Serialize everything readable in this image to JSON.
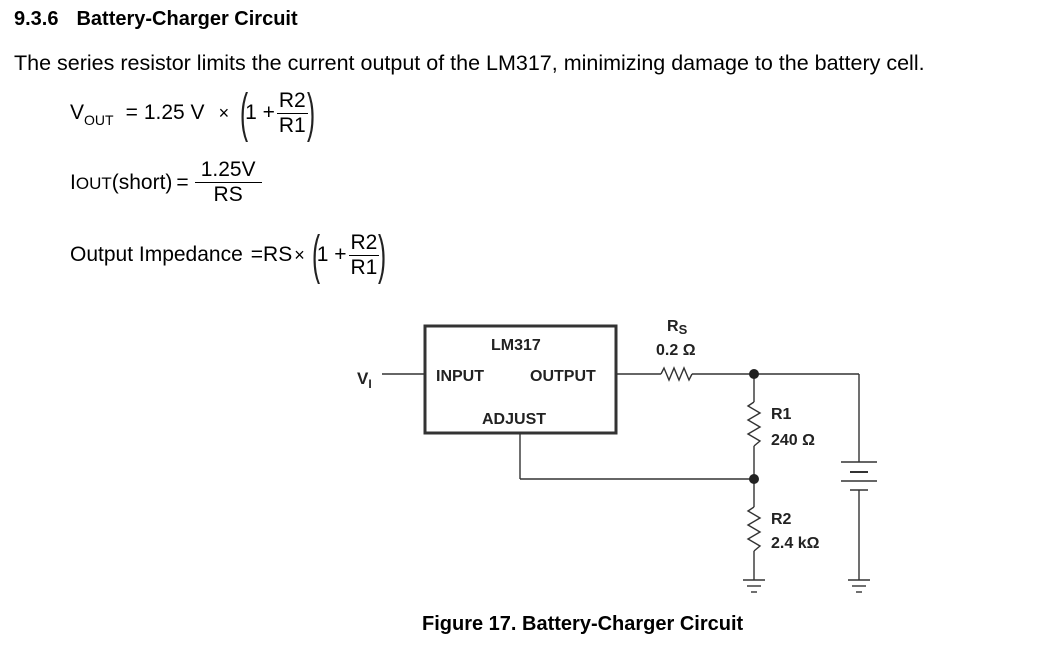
{
  "section": {
    "number": "9.3.6",
    "title": "Battery-Charger Circuit"
  },
  "paragraph": "The series resistor limits the current output of the LM317, minimizing damage to the battery cell.",
  "equations": {
    "vout": {
      "lhs_main": "V",
      "lhs_sub": "OUT",
      "equals": "=",
      "constant": "1.25 V",
      "times": "×",
      "one_plus": "1 +",
      "numerator": "R2",
      "denominator": "R1"
    },
    "iout": {
      "lhs_main": "I",
      "lhs_sub": "OUT",
      "lhs_suffix": "(short)",
      "equals": "=",
      "numerator": "1.25V",
      "denominator": "RS"
    },
    "impedance": {
      "lhs": "Output Impedance",
      "equals": "=",
      "rs": "RS",
      "times": "×",
      "one_plus": "1 +",
      "numerator": "R2",
      "denominator": "R1"
    }
  },
  "circuit": {
    "regulator": {
      "name": "LM317",
      "pin_input": "INPUT",
      "pin_output": "OUTPUT",
      "pin_adjust": "ADJUST"
    },
    "input_label_main": "V",
    "input_label_sub": "I",
    "rs": {
      "name_main": "R",
      "name_sub": "S",
      "value": "0.2 Ω"
    },
    "r1": {
      "name": "R1",
      "value": "240 Ω"
    },
    "r2": {
      "name": "R2",
      "value": "2.4 kΩ"
    },
    "icons": [
      "resistor-icon",
      "battery-icon",
      "ground-icon",
      "junction-dot-icon"
    ]
  },
  "caption": "Figure 17.  Battery-Charger Circuit"
}
